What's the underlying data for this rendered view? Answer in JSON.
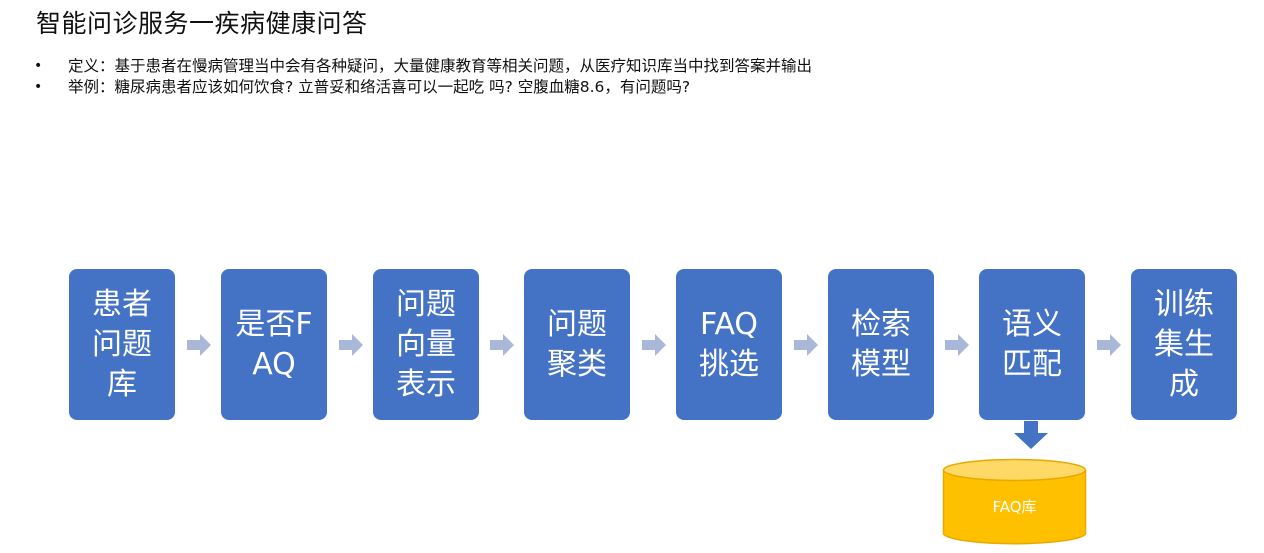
{
  "title": "智能问诊服务一疾病健康问答",
  "bullets": [
    {
      "text": "定义：基于患者在慢病管理当中会有各种疑问，大量健康教育等相关问题，从医疗知识库当中找到答案并输出"
    },
    {
      "text": "举例：糖尿病患者应该如何饮食? 立普妥和络活喜可以一起吃 吗? 空腹血糖8.6，有问题吗?"
    }
  ],
  "flow": {
    "steps": [
      {
        "label": "患者问题库"
      },
      {
        "label": "是否FAQ"
      },
      {
        "label": "问题向量表示"
      },
      {
        "label": "问题聚类"
      },
      {
        "label": "FAQ挑选"
      },
      {
        "label": "检索模型"
      },
      {
        "label": "语义匹配"
      },
      {
        "label": "训练集生成"
      }
    ],
    "database": {
      "label": "FAQ库"
    },
    "colors": {
      "box": "#4472c4",
      "arrow": "#a9b8d9",
      "down_arrow": "#4472c4",
      "db_fill": "#ffc000",
      "db_top": "#ffd966"
    }
  }
}
